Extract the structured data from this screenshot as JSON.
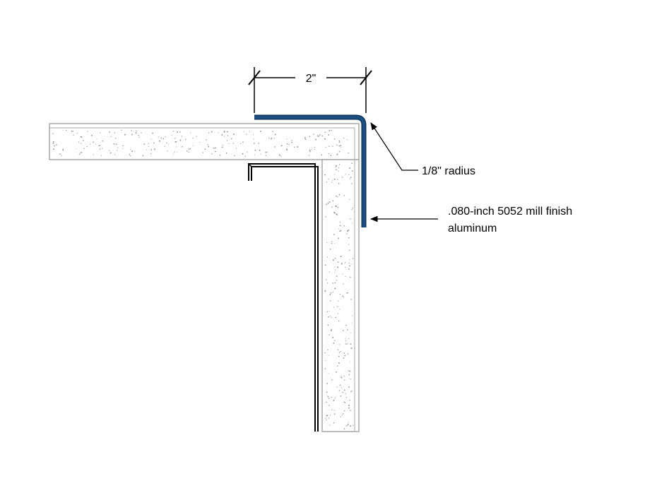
{
  "dimension": {
    "label": "2\""
  },
  "callouts": {
    "radius": "1/8\" radius",
    "material_line1": ".080-inch 5052 mill finish",
    "material_line2": "aluminum"
  },
  "colors": {
    "trim": "#1b4f82",
    "trim_edge": "#0b2e52",
    "drywall_edge": "#a8a8a8",
    "speckle": "#9a9a9a",
    "line": "#000000"
  }
}
